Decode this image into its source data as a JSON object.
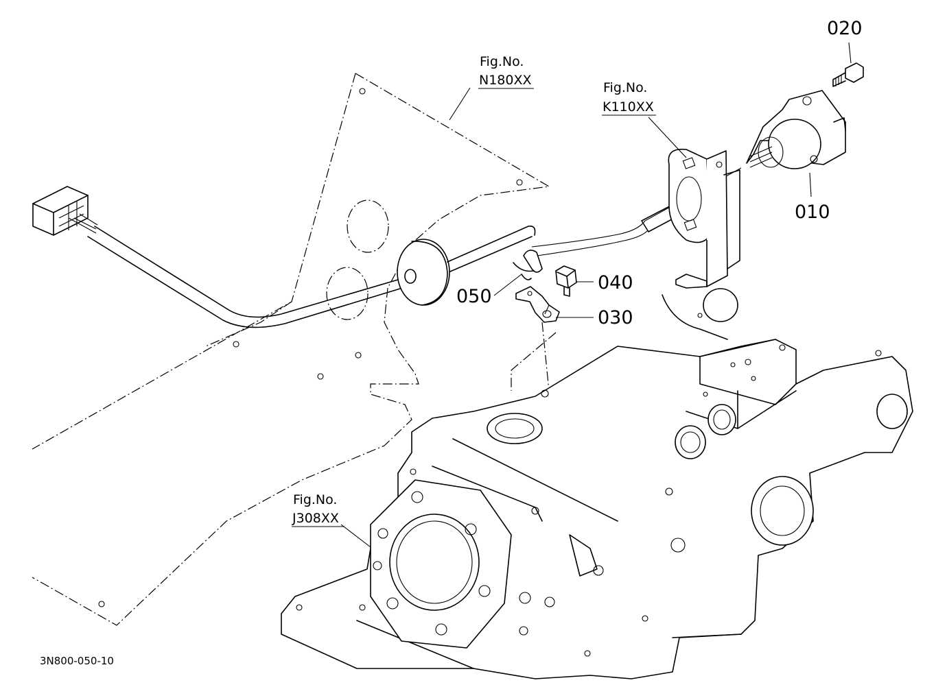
{
  "parts": {
    "p010": "010",
    "p020": "020",
    "p030": "030",
    "p040": "040",
    "p050": "050"
  },
  "figure_refs": {
    "n180": {
      "label": "Fig.No.",
      "code": "N180XX"
    },
    "k110": {
      "label": "Fig.No.",
      "code": "K110XX"
    },
    "j308": {
      "label": "Fig.No.",
      "code": "J308XX"
    }
  },
  "drawing_code": "3N800-050-10"
}
